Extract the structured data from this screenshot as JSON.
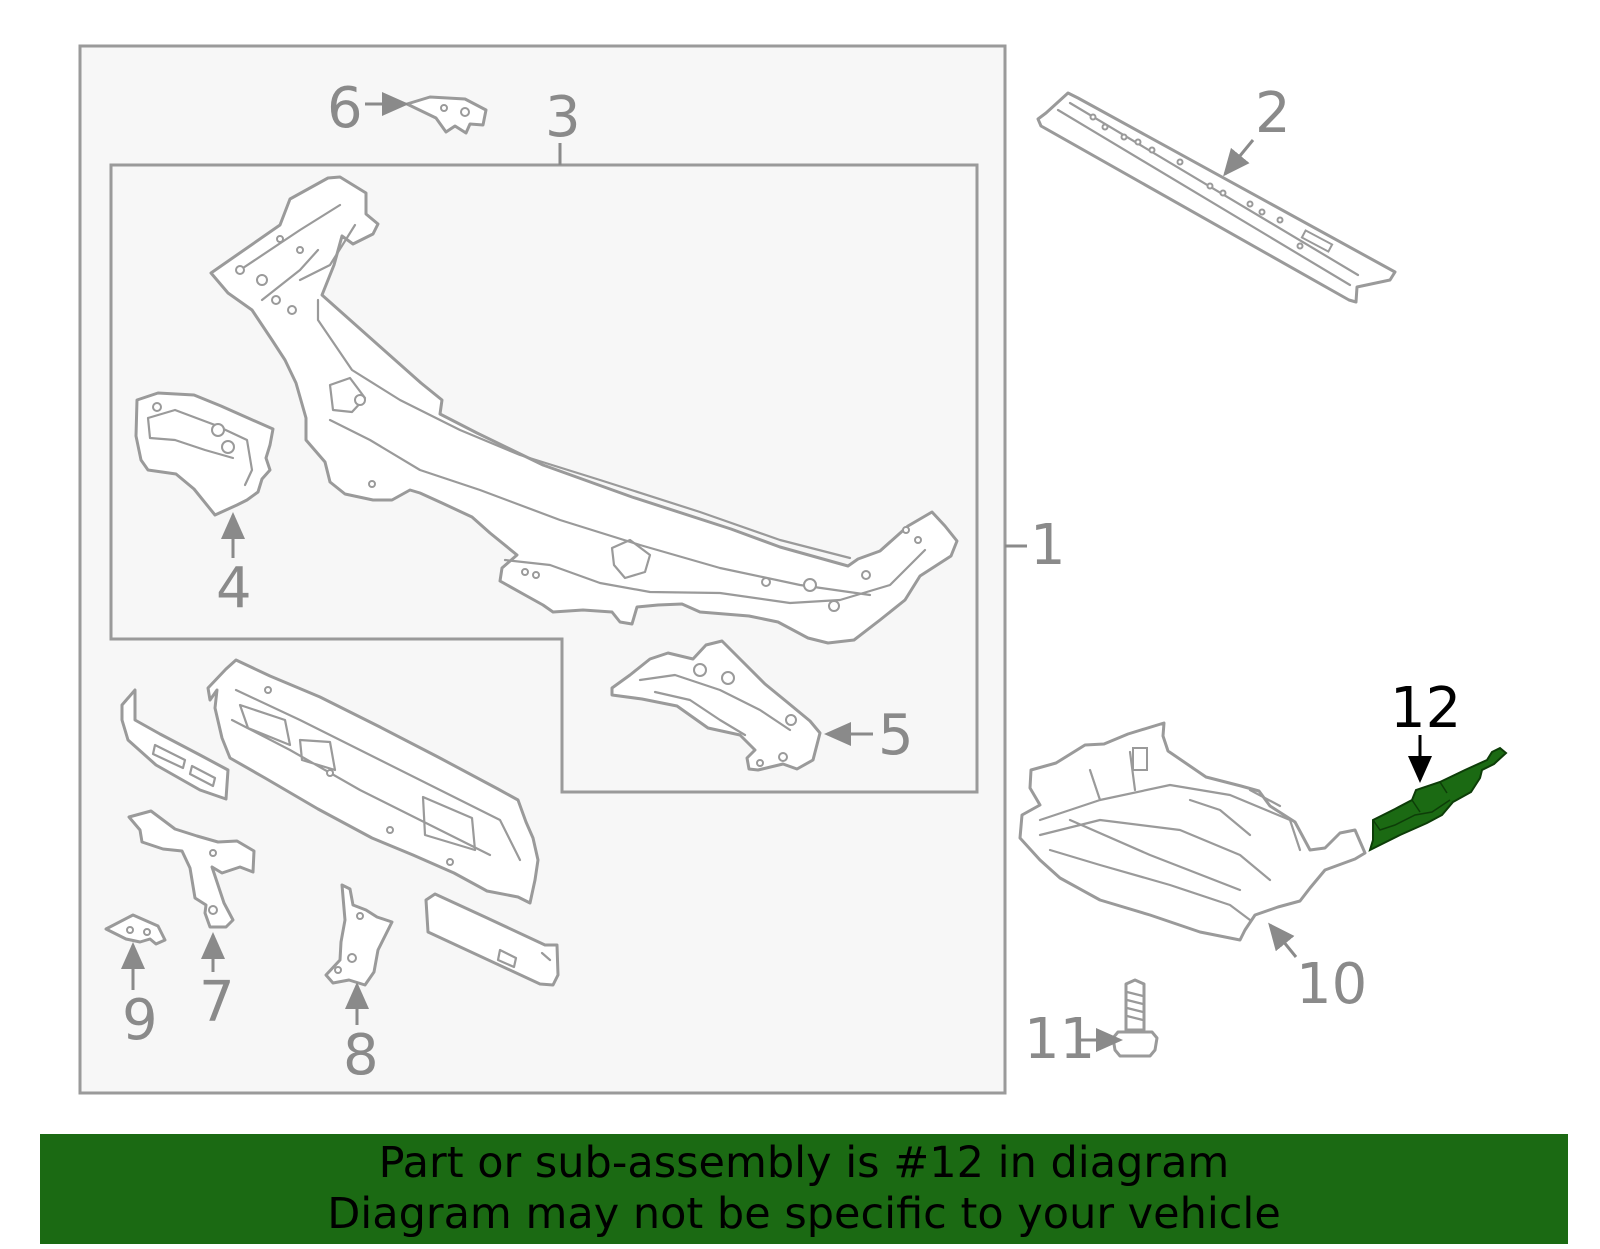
{
  "diagram": {
    "callouts": [
      "1",
      "2",
      "3",
      "4",
      "5",
      "6",
      "7",
      "8",
      "9",
      "10",
      "11",
      "12"
    ],
    "selected_callout": "12"
  },
  "colors": {
    "highlight": "#1b6a13",
    "line": "#9a9a9a",
    "panel": "#f7f7f7"
  },
  "banner": {
    "line1": "Part or sub-assembly is #12 in diagram",
    "line2": "Diagram may not be specific to your vehicle"
  }
}
